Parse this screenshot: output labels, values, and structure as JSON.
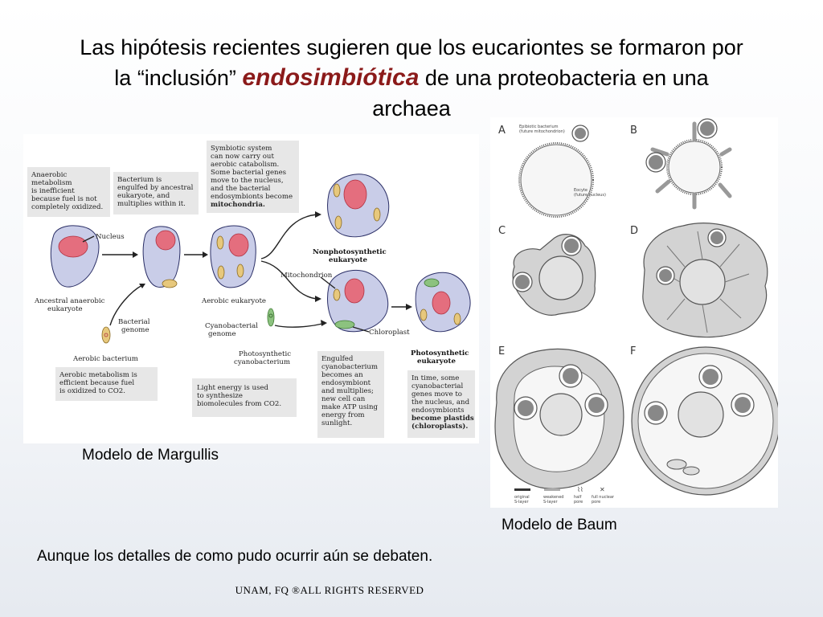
{
  "title": {
    "line1": "Las hipótesis recientes sugieren que los eucariontes se formaron por",
    "line2_pre": "la “inclusión” ",
    "line2_emph": "endosimbiótica",
    "line2_post": " de una proteobacteria en una",
    "line3": "archaea"
  },
  "margulis": {
    "caption": "Modelo de Margullis",
    "boxes": {
      "anaerobic": [
        "Anaerobic",
        "metabolism",
        "is inefficient",
        "because fuel is not",
        "completely oxidized."
      ],
      "engulfed": [
        "Bacterium is",
        "engulfed by ancestral",
        "eukaryote, and",
        "multiplies within it."
      ],
      "symbiotic": [
        "Symbiotic system",
        "can now carry out",
        "aerobic catabolism.",
        "Some bacterial genes",
        "move to the nucleus,",
        "and the bacterial",
        "endosymbionts become",
        "mitochondria."
      ],
      "aerobic_metab": [
        "Aerobic metabolism is",
        "efficient because fuel",
        "is oxidized to CO2."
      ],
      "light": [
        "Light energy is used",
        "to synthesize",
        "biomolecules from CO2."
      ],
      "cyano": [
        "Engulfed",
        "cyanobacterium",
        "becomes an",
        "endosymbiont",
        "and multiplies;",
        "new cell can",
        "make ATP using",
        "energy from",
        "sunlight."
      ],
      "plastid": [
        "In time, some",
        "cyanobacterial",
        "genes move to",
        "the nucleus, and",
        "endosymbionts",
        "become plastids",
        "(chloroplasts)."
      ]
    },
    "labels": {
      "nucleus": "Nucleus",
      "ancestral": [
        "Ancestral anaerobic",
        "eukaryote"
      ],
      "bacterial_genome": [
        "Bacterial",
        "genome"
      ],
      "aerobic_bacterium": "Aerobic bacterium",
      "aerobic_eukaryote": "Aerobic eukaryote",
      "nonphoto": [
        "Nonphotosynthetic",
        "eukaryote"
      ],
      "mitochondrion": "Mitochondrion",
      "cyano_genome": [
        "Cyanobacterial",
        "genome"
      ],
      "photo_cyano": [
        "Photosynthetic",
        "cyanobacterium"
      ],
      "chloroplast": "Chloroplast",
      "photo_euk": [
        "Photosynthetic",
        "eukaryote"
      ]
    }
  },
  "baum": {
    "caption": "Modelo de Baum",
    "letters": [
      "A",
      "B",
      "C",
      "D",
      "E",
      "F"
    ],
    "labels": {
      "epibiotic": [
        "Epibiotic bacterium",
        "(future mitochondrion)"
      ],
      "eocyte": [
        "Eocyte",
        "(future nucleus)"
      ]
    },
    "legend": [
      [
        "original",
        "S-layer"
      ],
      [
        "weakened",
        "S-layer"
      ],
      [
        "half",
        "pore"
      ],
      [
        "full nuclear",
        "pore"
      ]
    ]
  },
  "note": "Aunque los detalles de como pudo ocurrir aún se debaten.",
  "footer": "UNAM, FQ ®ALL RIGHTS RESERVED"
}
